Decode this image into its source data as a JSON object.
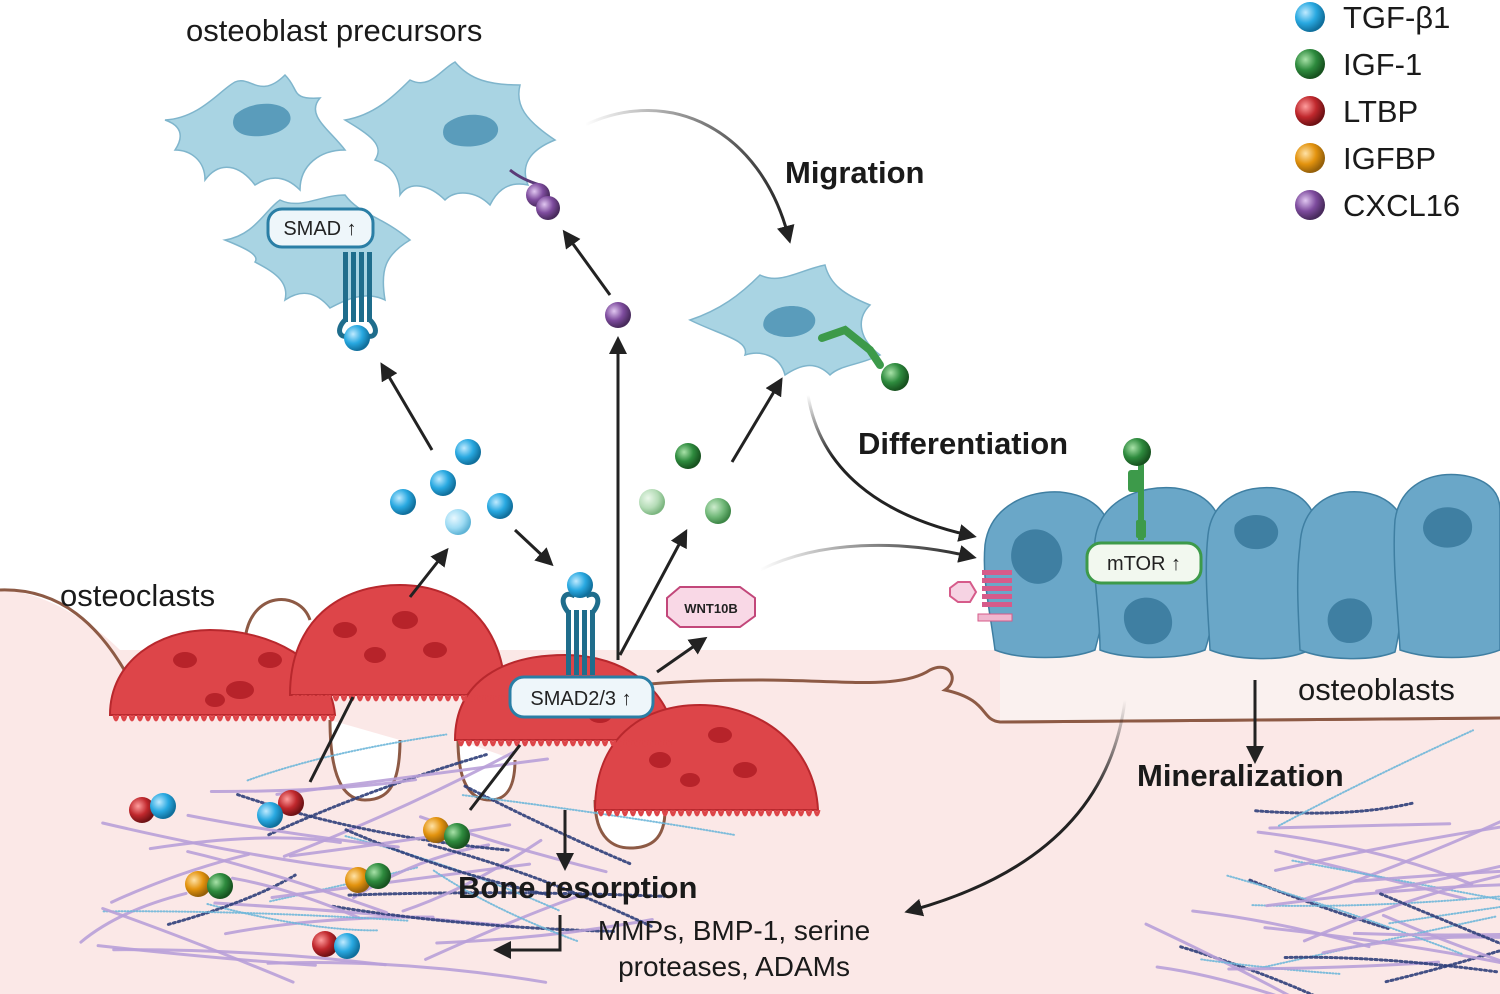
{
  "labels": {
    "osteoblast_precursors": "osteoblast precursors",
    "migration": "Migration",
    "differentiation": "Differentiation",
    "osteoclasts": "osteoclasts",
    "osteoblasts": "osteoblasts",
    "mineralization": "Mineralization",
    "bone_resorption": "Bone resorption",
    "proteases_line1": "MMPs, BMP-1, serine",
    "proteases_line2": "proteases, ADAMs"
  },
  "boxes": {
    "smad": "SMAD ↑",
    "smad23": "SMAD2/3 ↑",
    "mtor": "mTOR ↑",
    "wnt10b": "WNT10B"
  },
  "legend": [
    {
      "label": "TGF-β1",
      "color": "#29a9e1"
    },
    {
      "label": "IGF-1",
      "color": "#2e8b3e"
    },
    {
      "label": "LTBP",
      "color": "#c0282d"
    },
    {
      "label": "IGFBP",
      "color": "#e3930e"
    },
    {
      "label": "CXCL16",
      "color": "#7e4c9e"
    }
  ],
  "colors": {
    "precursor_cell": "#a9d4e3",
    "osteoblast_cell": "#6aa7c8",
    "osteoclast": "#dd4549",
    "bone": "#fbe9e8",
    "matrix": "#b8a0d8",
    "arrow": "#222222"
  }
}
